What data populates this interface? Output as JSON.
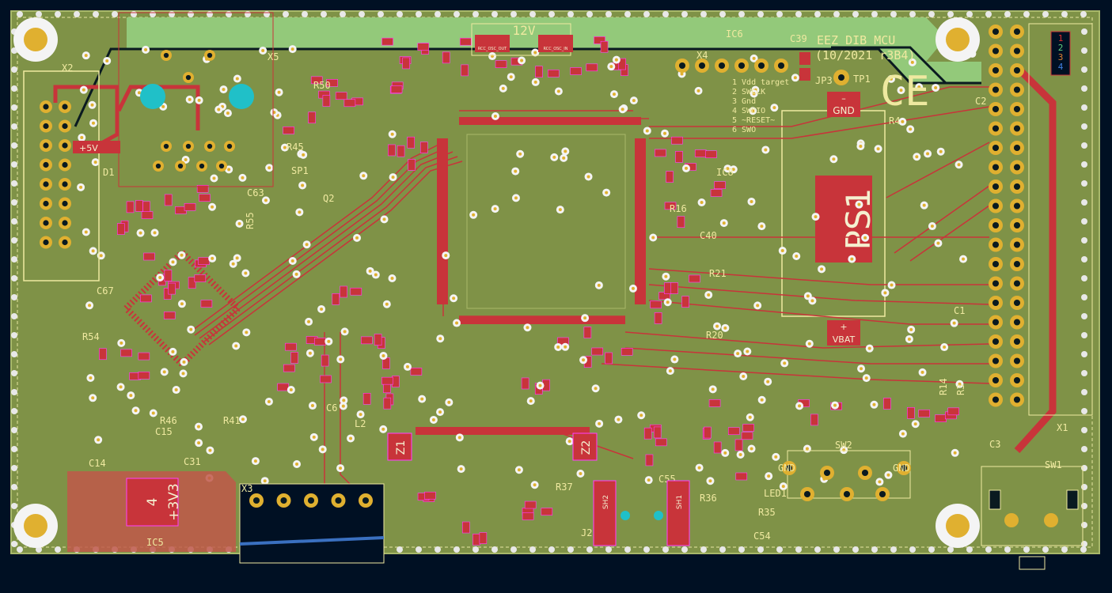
{
  "board": {
    "title": "EEZ DIB MCU",
    "revision": "(10/2021 r3B4)",
    "colors": {
      "background": "#001023",
      "board": "#7f9247",
      "copper_top": "#c8343a",
      "pad": "#e0b030",
      "silkscreen": "#efe9a0",
      "zone": "#93c97a",
      "courtyard": "#ff40ff"
    },
    "layer_legend": [
      "1",
      "2",
      "3",
      "4"
    ],
    "swd_pinout": [
      "1 Vdd target",
      "2 SWCLK",
      "3 Gnd",
      "4 SWDIO",
      "5 ~RESET~",
      "6 SWO"
    ],
    "power_labels": {
      "gnd_text": "GND",
      "gnd_minus": "–",
      "vbat_text": "VBAT",
      "vbat_plus": "+",
      "v5": "+5V",
      "v12": "12V",
      "v33_num": "4",
      "v33": "+3V3",
      "ps1": "PS1"
    },
    "osc_labels": [
      "RCC_OSC_OUT",
      "RCC_OSC_IN"
    ],
    "refs": {
      "x1": "X1",
      "x2": "X2",
      "x4": "X4",
      "x5": "X5",
      "x3": "X3",
      "sw1": "SW1",
      "sw2": "SW2",
      "ic5": "IC5",
      "ic6": "IC6",
      "ic8": "IC8",
      "jp3": "JP3",
      "tp1": "TP1",
      "c39": "C39",
      "r4": "R4",
      "c1": "C1",
      "c2": "C2",
      "c3": "C3",
      "sp1": "SP1",
      "q2": "Q2",
      "d1": "D1",
      "r45": "R45",
      "r50": "R50",
      "r54": "R54",
      "c14": "C14",
      "c15": "C15",
      "c31": "C31",
      "l2": "L2",
      "z1": "Z1",
      "z2": "Z2",
      "j2": "J2",
      "r35": "R35",
      "c54": "C54",
      "led1": "LED1",
      "c40": "C40",
      "r16": "R16",
      "r21": "R21",
      "r20": "R20",
      "c6": "C6",
      "r46": "R46",
      "r41": "R41",
      "r55": "R55",
      "c63": "C63",
      "c67": "C67",
      "r37": "R37",
      "c55": "C55",
      "r36": "R36",
      "r14": "R14",
      "r3": "R3",
      "gnd1": "GND",
      "gnd2": "GND",
      "ce": "CE",
      "sh1": "SH1",
      "sh2": "SH2"
    }
  }
}
